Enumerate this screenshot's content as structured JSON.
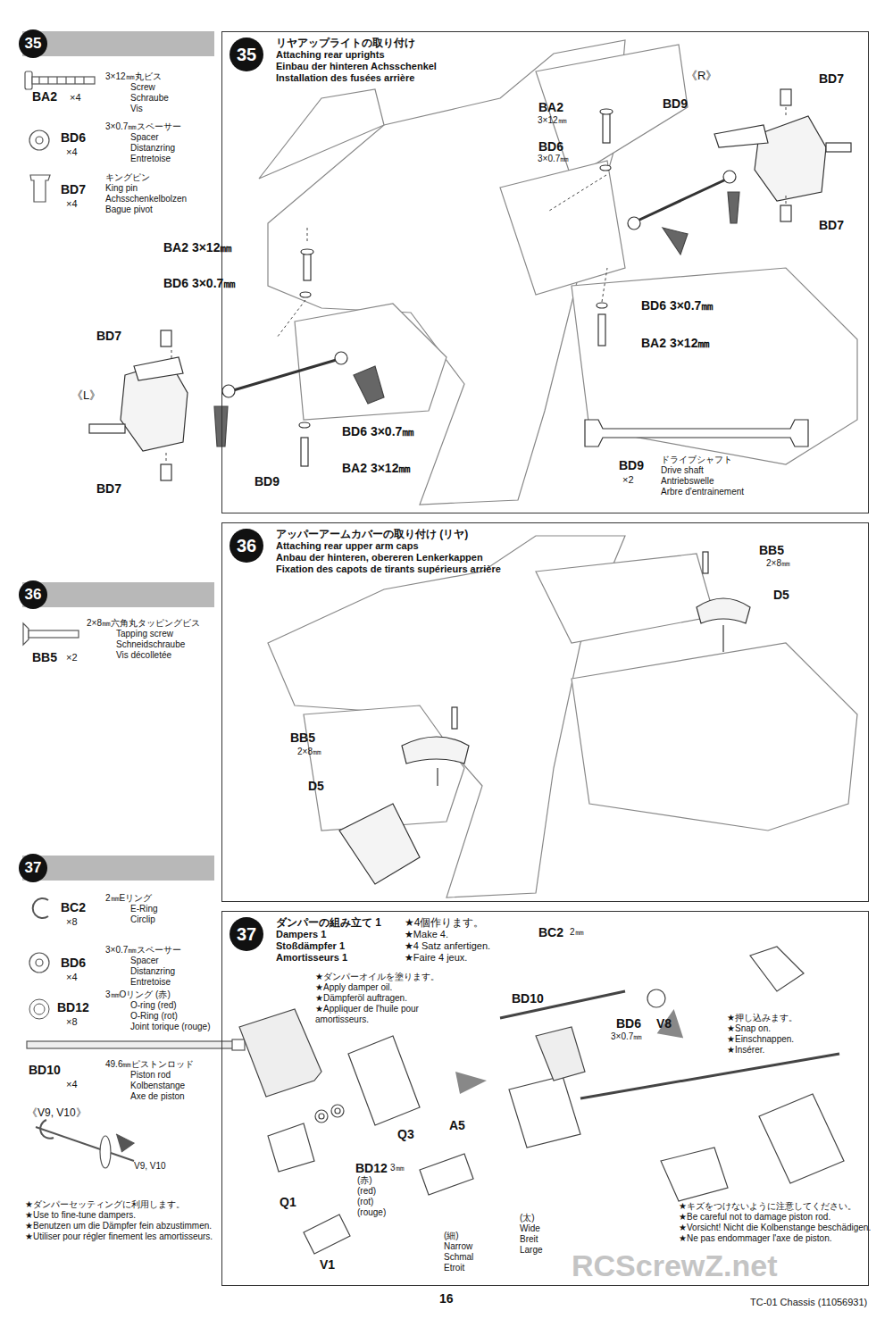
{
  "diagram": {
    "nodes": [
      {
        "text": [
          "35"
        ]
      },
      {
        "text": [
          "35",
          "リヤアップライトの取り付け",
          "Attaching rear uprights",
          "Einbau der hinteren Achsschenkel",
          "Installation des fusées arrière"
        ]
      },
      {
        "text": [
          "36"
        ]
      },
      {
        "text": [
          "36",
          "アッパーアームカバーの取り付け (リヤ)",
          "Attaching rear upper arm caps",
          "Anbau der hinteren, obereren Lenkerkappen",
          "Fixation des capots de tirants supérieurs arrière"
        ]
      },
      {
        "text": [
          "37"
        ]
      },
      {
        "text": [
          "37",
          "ダンパーの組み立て 1",
          "Dampers 1",
          "Stoßdämpfer 1",
          "Amortisseurs 1",
          "★4個作ります。",
          "★Make 4.",
          "★4 Satz anfertigen.",
          "★Faire 4 jeux."
        ]
      }
    ],
    "labels": [
      "BA2",
      "×4",
      "3×12㎜丸ビス",
      "Screw",
      "Schraube",
      "Vis",
      "BD6",
      "×4",
      "3×0.7㎜スペーサー",
      "Spacer",
      "Distanzring",
      "Entretoise",
      "BD7",
      "×4",
      "キングピン",
      "King pin",
      "Achsschenkelbolzen",
      "Bague pivot",
      "《R》",
      "BD7",
      "BA2",
      "3×12㎜",
      "BD6",
      "3×0.7㎜",
      "BD9",
      "BD7",
      "BD6 3×0.7㎜",
      "BA2 3×12㎜",
      "BA2 3×12㎜",
      "BD6 3×0.7㎜",
      "BD7",
      "《L》",
      "BD7",
      "BD9",
      "BD6 3×0.7㎜",
      "BA2 3×12㎜",
      "BD9",
      "×2",
      "ドライブシャフト",
      "Drive shaft",
      "Antriebswelle",
      "Arbre d'entrainement",
      "BB5",
      "×2",
      "2×8㎜六角丸タッピングビス",
      "Tapping screw",
      "Schneidschraube",
      "Vis décolletée",
      "BB5",
      "2×8㎜",
      "D5",
      "BB5",
      "2×8㎜",
      "D5",
      "BC2",
      "×8",
      "2㎜Eリング",
      "E-Ring",
      "Circlip",
      "BD6",
      "×4",
      "3×0.7㎜スペーサー",
      "Spacer",
      "Distanzring",
      "Entretoise",
      "BD12",
      "×8",
      "3㎜Oリング (赤)",
      "O-ring (red)",
      "O-Ring (rot)",
      "Joint torique (rouge)",
      "BD10",
      "×4",
      "49.6㎜ピストンロッド",
      "Piston rod",
      "Kolbenstange",
      "Axe de piston",
      "《V9, V10》",
      "★ダンパーセッティングに利用します。",
      "★Use to fine-tune dampers.",
      "★Benutzen um die Dämpfer fein abzustimmen.",
      "★Utiliser pour régler finement les amortisseurs.",
      "V9, V10",
      "★ダンパーオイルを塗ります。",
      "★Apply damper oil.",
      "★Dämpferöl auftragen.",
      "★Appliquer de l'huile pour amortisseurs.",
      "BC2",
      "2㎜",
      "BD10",
      "BD6",
      "3×0.7㎜",
      "V8",
      "★押し込みます。",
      "★Snap on.",
      "★Einschnappen.",
      "★Insérer.",
      "Q3",
      "BD12",
      "3㎜",
      "(赤)",
      "(red)",
      "(rot)",
      "(rouge)",
      "Q1",
      "A5",
      "(太)",
      "Wide",
      "Breit",
      "Large",
      "(細)",
      "Narrow",
      "Schmal",
      "Etroit",
      "V1",
      "★キズをつけないように注意してください。",
      "★Be careful not to damage piston rod.",
      "★Vorsicht! Nicht die Kolbenstange beschädigen.",
      "★Ne pas endommager l'axe de piston.",
      "16",
      "TC-01 Chassis (11056931)",
      "RCScrewZ.net"
    ]
  }
}
